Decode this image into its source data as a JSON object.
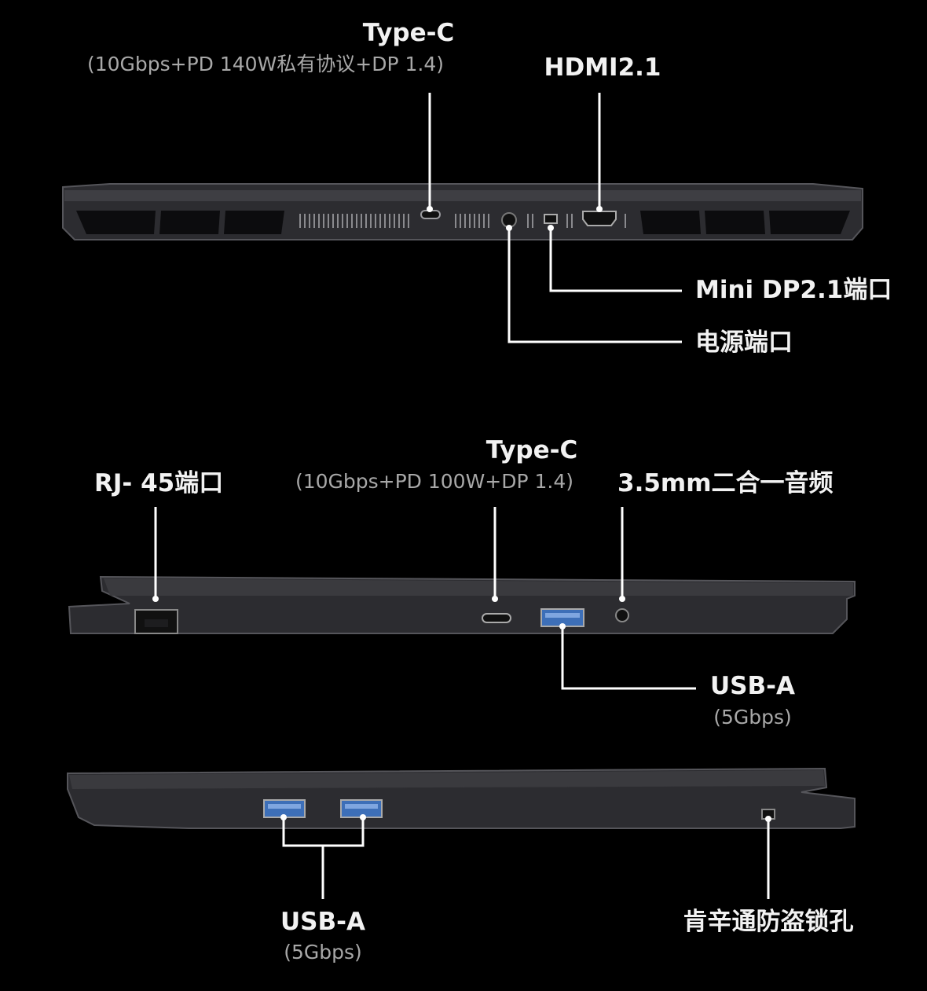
{
  "rear_view": {
    "type_c": {
      "label": "Type-C",
      "spec": "(10Gbps+PD 140W私有协议+DP 1.4)"
    },
    "hdmi": {
      "label": "HDMI2.1"
    },
    "mini_dp": {
      "label": "Mini DP2.1端口"
    },
    "power": {
      "label": "电源端口"
    }
  },
  "left_view": {
    "rj45": {
      "label": "RJ- 45端口"
    },
    "type_c": {
      "label": "Type-C",
      "spec": "(10Gbps+PD 100W+DP 1.4)"
    },
    "audio": {
      "label": "3.5mm二合一音频"
    },
    "usb_a": {
      "label": "USB-A",
      "spec": "(5Gbps)"
    }
  },
  "right_view": {
    "usb_a": {
      "label": "USB-A",
      "spec": "(5Gbps)"
    },
    "lock": {
      "label": "肯辛通防盗锁孔"
    }
  },
  "colors": {
    "background": "#000000",
    "chassis": "#3a3a3e",
    "leader_line": "#ffffff",
    "spec_text": "#a8a8a8",
    "usb_blue": "#3d6fb8"
  }
}
